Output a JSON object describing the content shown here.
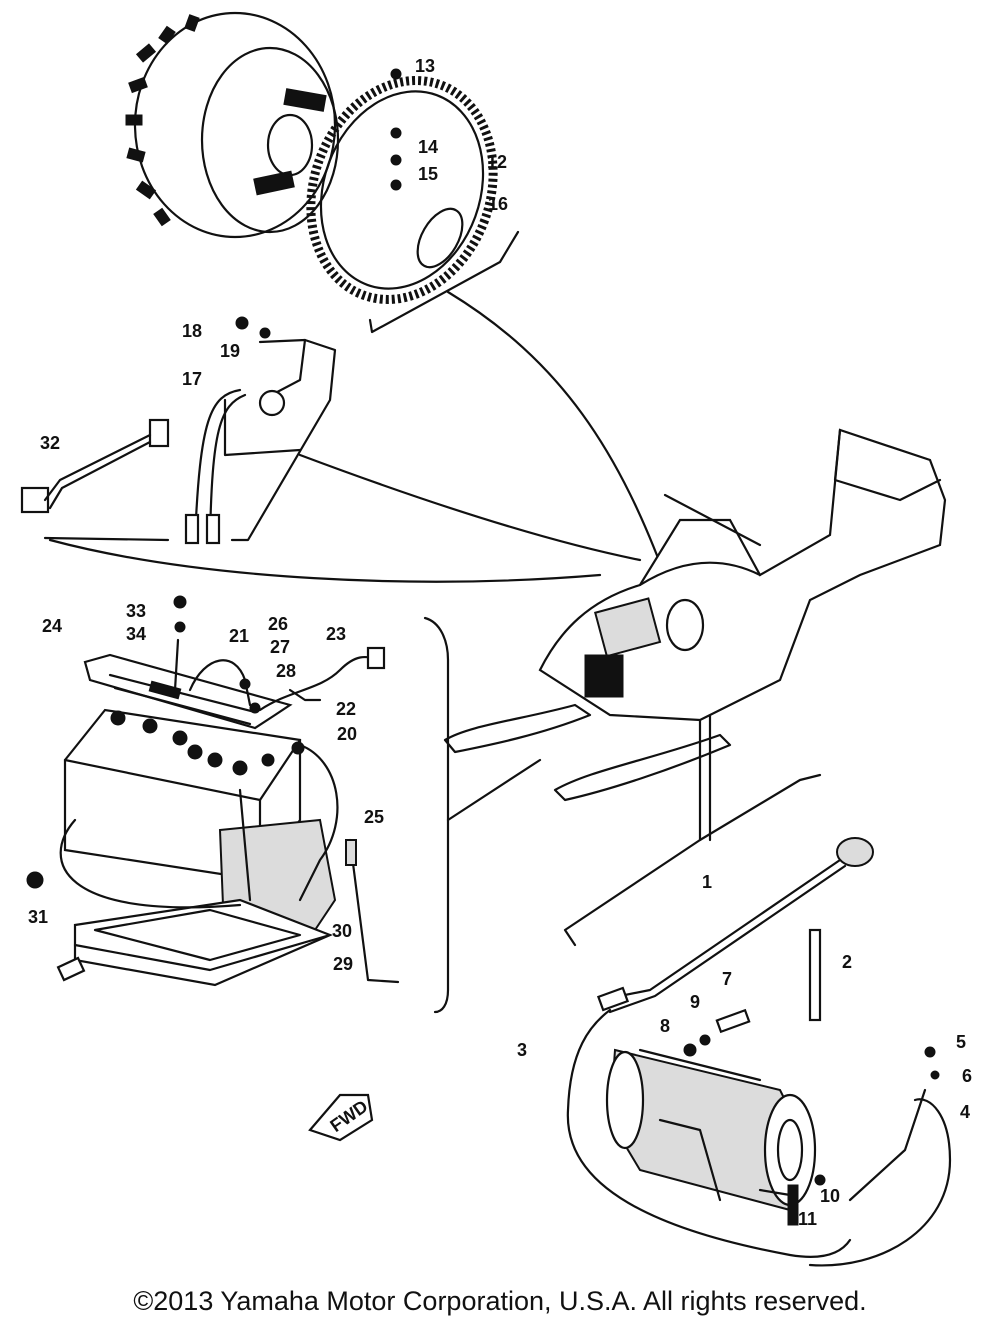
{
  "callouts": [
    {
      "label": "1"
    },
    {
      "label": "2"
    },
    {
      "label": "3"
    },
    {
      "label": "4"
    },
    {
      "label": "5"
    },
    {
      "label": "6"
    },
    {
      "label": "7"
    },
    {
      "label": "8"
    },
    {
      "label": "9"
    },
    {
      "label": "10"
    },
    {
      "label": "11"
    },
    {
      "label": "12"
    },
    {
      "label": "13"
    },
    {
      "label": "14"
    },
    {
      "label": "15"
    },
    {
      "label": "16"
    },
    {
      "label": "17"
    },
    {
      "label": "18"
    },
    {
      "label": "19"
    },
    {
      "label": "20"
    },
    {
      "label": "21"
    },
    {
      "label": "22"
    },
    {
      "label": "23"
    },
    {
      "label": "24"
    },
    {
      "label": "25"
    },
    {
      "label": "26"
    },
    {
      "label": "27"
    },
    {
      "label": "28"
    },
    {
      "label": "29"
    },
    {
      "label": "30"
    },
    {
      "label": "31"
    },
    {
      "label": "32"
    },
    {
      "label": "33"
    },
    {
      "label": "34"
    }
  ],
  "fwd_label": "FWD",
  "copyright": "©2013 Yamaha Motor Corporation, U.S.A. All rights reserved."
}
